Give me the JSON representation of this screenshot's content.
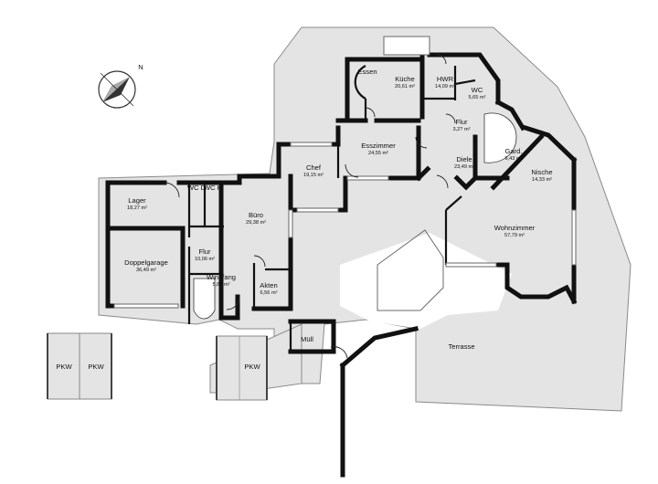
{
  "rooms": [
    {
      "id": "lager",
      "name": "Lager",
      "area": "18,27 m²"
    },
    {
      "id": "doppelgarage",
      "name": "Doppelgarage",
      "area": "36,49 m²"
    },
    {
      "id": "wc-d",
      "name": "WC D",
      "area": ""
    },
    {
      "id": "wc-h",
      "name": "WC H",
      "area": ""
    },
    {
      "id": "flur-left",
      "name": "Flur",
      "area": "10,06 m²"
    },
    {
      "id": "windfang",
      "name": "Windfang",
      "area": "5,85 m²"
    },
    {
      "id": "buero",
      "name": "Büro",
      "area": "29,38 m²"
    },
    {
      "id": "akten",
      "name": "Akten",
      "area": "6,56 m²"
    },
    {
      "id": "chef",
      "name": "Chef",
      "area": "19,15 m²"
    },
    {
      "id": "esszimmer",
      "name": "Esszimmer",
      "area": "24,55 m²"
    },
    {
      "id": "essen",
      "name": "Essen",
      "area": ""
    },
    {
      "id": "kueche",
      "name": "Küche",
      "area": "20,61 m²"
    },
    {
      "id": "hwr",
      "name": "HWR",
      "area": "14,09 m²"
    },
    {
      "id": "wc",
      "name": "WC",
      "area": "5,65 m²"
    },
    {
      "id": "flur-right",
      "name": "Flur",
      "area": "3,2? m²"
    },
    {
      "id": "diele",
      "name": "Diele",
      "area": "23,49 m²"
    },
    {
      "id": "garderobe",
      "name": "Gard.",
      "area": "6,43 m²"
    },
    {
      "id": "nische",
      "name": "Nische",
      "area": "14,33 m²"
    },
    {
      "id": "wohnzimmer",
      "name": "Wohnzimmer",
      "area": "57,79 m²"
    },
    {
      "id": "muell",
      "name": "Müll",
      "area": ""
    },
    {
      "id": "terrasse",
      "name": "Terrasse",
      "area": ""
    }
  ],
  "parking": [
    "PKW",
    "PKW",
    "PKW"
  ],
  "compass": {
    "label": "N"
  }
}
